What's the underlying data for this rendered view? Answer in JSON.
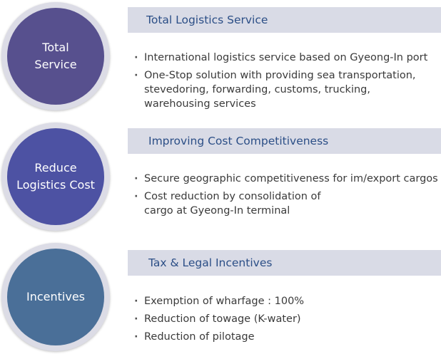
{
  "colors": {
    "circle_1": "#57508e",
    "circle_2": "#4d52a3",
    "circle_3": "#4a6f98",
    "header_bg": "#d9dbe6",
    "header_text": "#2b4e86"
  },
  "sections": [
    {
      "circle_label": "Total\nService",
      "header": "Total Logistics Service",
      "bullets": [
        "International logistics service based on Gyeong-In port",
        "One-Stop solution with providing sea transportation,\nstevedoring,  forwarding, customs, trucking,\nwarehousing services"
      ]
    },
    {
      "circle_label": "Reduce\nLogistics Cost",
      "header": "Improving Cost Competitiveness",
      "bullets": [
        "Secure geographic competitiveness for im/export cargos",
        "Cost reduction by consolidation of\ncargo at Gyeong-In terminal"
      ]
    },
    {
      "circle_label": "Incentives",
      "header": "Tax & Legal Incentives",
      "bullets": [
        "Exemption of wharfage : 100%",
        "Reduction of towage (K-water)",
        "Reduction of pilotage"
      ]
    }
  ]
}
